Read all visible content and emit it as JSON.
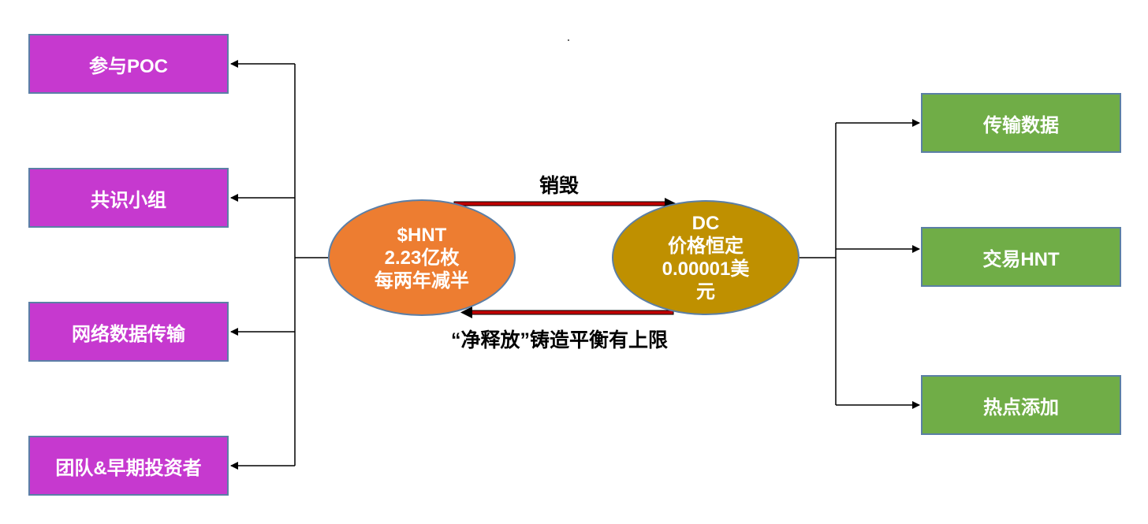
{
  "left_boxes": [
    "参与POC",
    "共识小组",
    "网络数据传输",
    "团队&早期投资者"
  ],
  "right_boxes": [
    "传输数据",
    "交易HNT",
    "热点添加"
  ],
  "hnt_node": {
    "lines": [
      "$HNT",
      "2.23亿枚",
      "每两年减半"
    ]
  },
  "dc_node": {
    "lines": [
      "DC",
      "价格恒定",
      "0.00001美",
      "元"
    ]
  },
  "top_label": "销毁",
  "bottom_label": "“净释放”铸造平衡有上限",
  "colors": {
    "left_box": "#c639cf",
    "right_box": "#70ad47",
    "hnt": "#ed7d31",
    "dc": "#bf9000",
    "arrow_outline": "#c00000",
    "border": "#5b7fa6"
  }
}
